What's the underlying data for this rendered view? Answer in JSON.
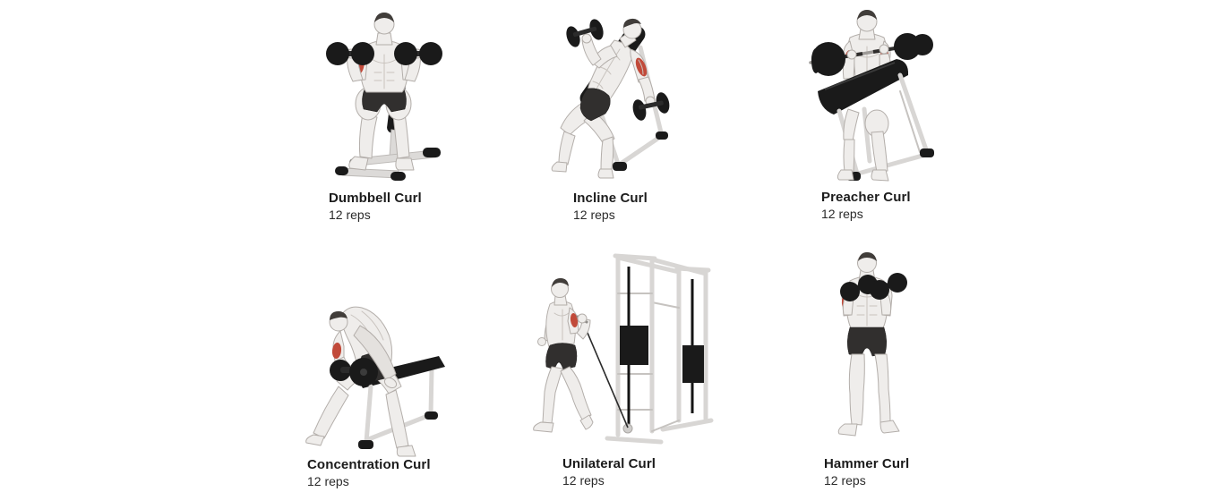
{
  "page": {
    "background": "#ffffff",
    "layout": "2x3-exercise-grid"
  },
  "colors": {
    "text_primary": "#1b1b1b",
    "text_secondary": "#2a2a2a",
    "equipment_black": "#1a1a1a",
    "frame_gray": "#d8d6d4",
    "body_fill": "#efedeb",
    "muscle_highlight": "#c14a3a"
  },
  "exercises": [
    {
      "name": "Dumbbell Curl",
      "reps": "12 reps",
      "icon": "seated-dumbbell-curl-illustration"
    },
    {
      "name": "Incline Curl",
      "reps": "12 reps",
      "icon": "incline-dumbbell-curl-illustration"
    },
    {
      "name": "Preacher Curl",
      "reps": "12 reps",
      "icon": "preacher-curl-illustration"
    },
    {
      "name": "Concentration Curl",
      "reps": "12 reps",
      "icon": "concentration-curl-illustration"
    },
    {
      "name": "Unilateral Curl",
      "reps": "12 reps",
      "icon": "cable-unilateral-curl-illustration"
    },
    {
      "name": "Hammer Curl",
      "reps": "12 reps",
      "icon": "hammer-curl-illustration"
    }
  ]
}
